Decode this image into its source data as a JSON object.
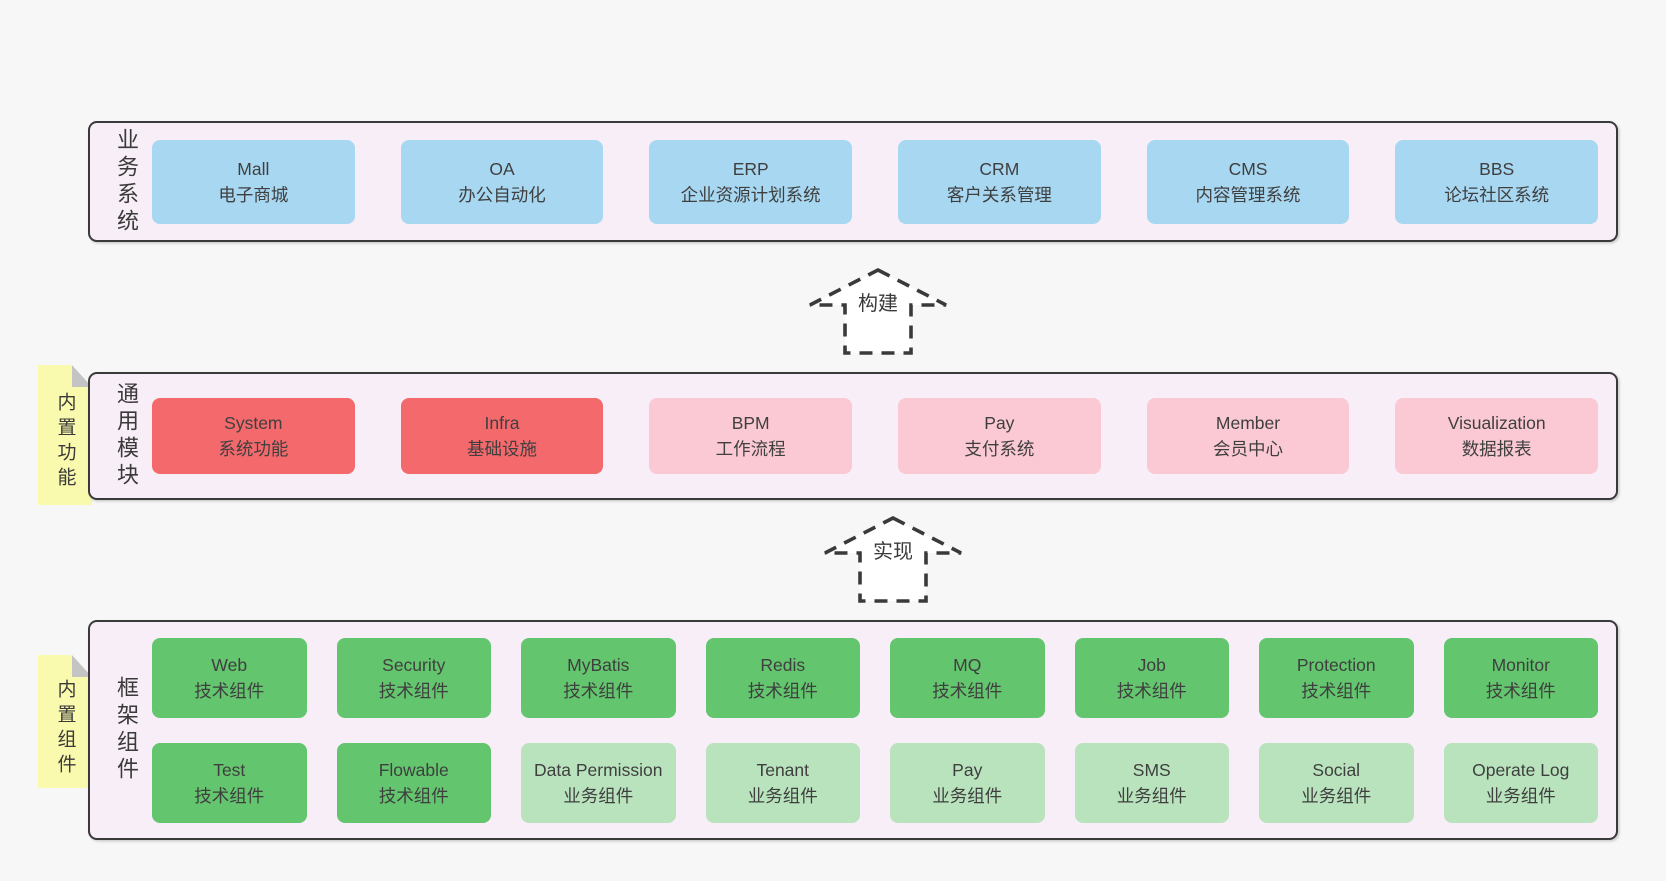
{
  "palette": {
    "page_bg": "#f7f7f7",
    "panel_bg": "#f8eef7",
    "panel_border": "#3a3a3a",
    "business_box_blue": "#a7d7f1",
    "core_module_red": "#f4696c",
    "module_pink": "#fbc9d3",
    "tech_component_green": "#63c56d",
    "biz_component_light_green": "#b9e3bd",
    "sticky_yellow": "#fafaae",
    "fold_gray": "#c4c4c4",
    "text": "#3c3c3c"
  },
  "sections": {
    "business": {
      "label": "业务系统",
      "boxes": [
        {
          "en": "Mall",
          "zh": "电子商城"
        },
        {
          "en": "OA",
          "zh": "办公自动化"
        },
        {
          "en": "ERP",
          "zh": "企业资源计划系统"
        },
        {
          "en": "CRM",
          "zh": "客户关系管理"
        },
        {
          "en": "CMS",
          "zh": "内容管理系统"
        },
        {
          "en": "BBS",
          "zh": "论坛社区系统"
        }
      ]
    },
    "arrow_build": {
      "label": "构建"
    },
    "modules": {
      "label": "通用模块",
      "sticky": "内置功能",
      "boxes": [
        {
          "en": "System",
          "zh": "系统功能"
        },
        {
          "en": "Infra",
          "zh": "基础设施"
        },
        {
          "en": "BPM",
          "zh": "工作流程"
        },
        {
          "en": "Pay",
          "zh": "支付系统"
        },
        {
          "en": "Member",
          "zh": "会员中心"
        },
        {
          "en": "Visualization",
          "zh": "数据报表"
        }
      ]
    },
    "arrow_implement": {
      "label": "实现"
    },
    "framework": {
      "label": "框架组件",
      "sticky": "内置组件",
      "row1": [
        {
          "en": "Web",
          "zh": "技术组件"
        },
        {
          "en": "Security",
          "zh": "技术组件"
        },
        {
          "en": "MyBatis",
          "zh": "技术组件"
        },
        {
          "en": "Redis",
          "zh": "技术组件"
        },
        {
          "en": "MQ",
          "zh": "技术组件"
        },
        {
          "en": "Job",
          "zh": "技术组件"
        },
        {
          "en": "Protection",
          "zh": "技术组件"
        },
        {
          "en": "Monitor",
          "zh": "技术组件"
        }
      ],
      "row2": [
        {
          "en": "Test",
          "zh": "技术组件"
        },
        {
          "en": "Flowable",
          "zh": "技术组件"
        },
        {
          "en": "Data Permission",
          "zh": "业务组件"
        },
        {
          "en": "Tenant",
          "zh": "业务组件"
        },
        {
          "en": "Pay",
          "zh": "业务组件"
        },
        {
          "en": "SMS",
          "zh": "业务组件"
        },
        {
          "en": "Social",
          "zh": "业务组件"
        },
        {
          "en": "Operate Log",
          "zh": "业务组件"
        }
      ]
    }
  }
}
